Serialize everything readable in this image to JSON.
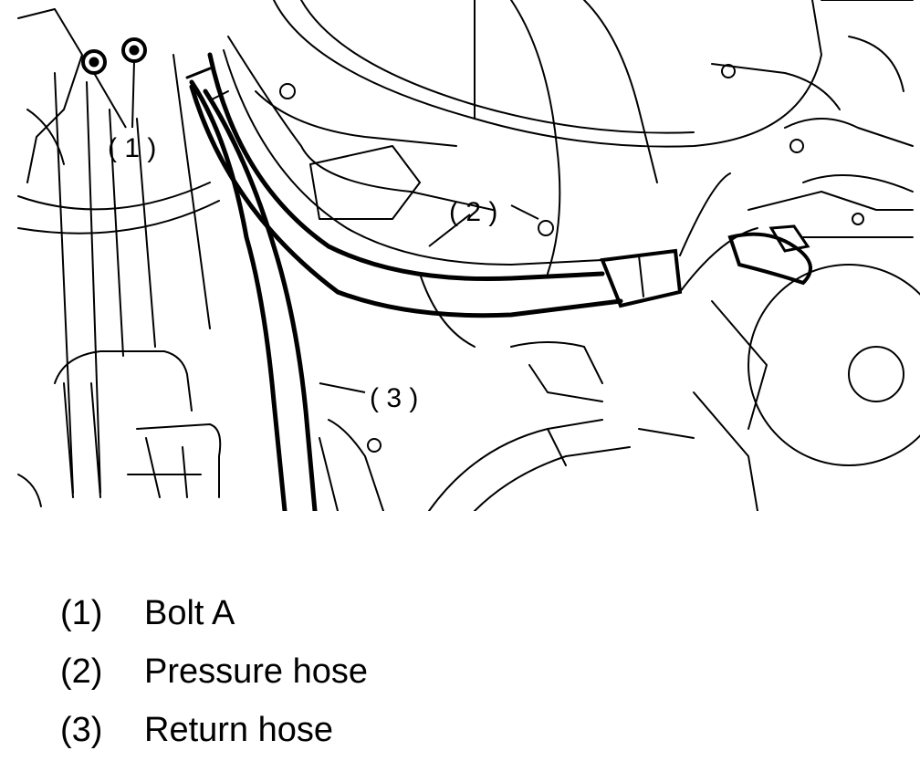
{
  "callouts": [
    {
      "id": "1",
      "text": "( 1 )"
    },
    {
      "id": "2",
      "text": "( 2 )"
    },
    {
      "id": "3",
      "text": "( 3 )"
    }
  ],
  "legend": [
    {
      "num": "(1)",
      "label": "Bolt A"
    },
    {
      "num": "(2)",
      "label": "Pressure hose"
    },
    {
      "num": "(3)",
      "label": "Return hose"
    }
  ]
}
